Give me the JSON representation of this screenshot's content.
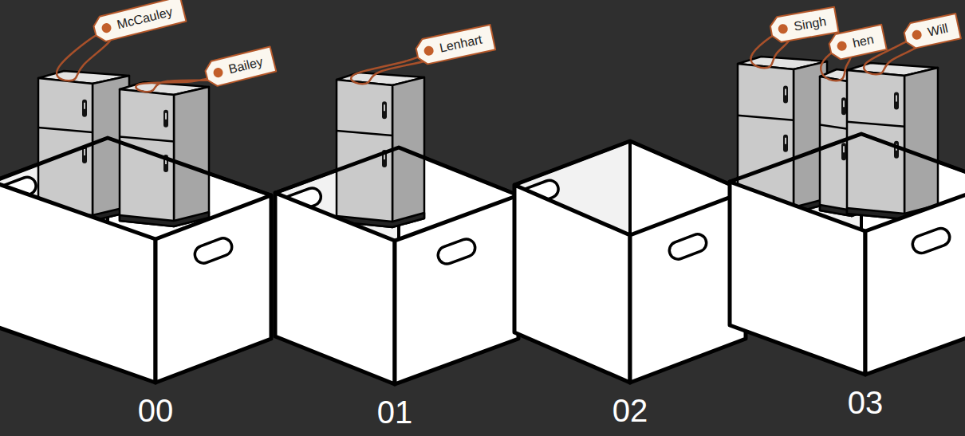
{
  "diagram": {
    "nodes": [
      {
        "text": [
          "McCauley"
        ]
      },
      {
        "text": [
          "Bailey"
        ]
      },
      {
        "text": [
          "Lenhart"
        ]
      },
      {
        "text": [
          "Singh"
        ]
      },
      {
        "text": [
          "hen"
        ]
      },
      {
        "text": [
          "Will"
        ]
      }
    ],
    "labels": [
      "00",
      "01",
      "02",
      "03"
    ]
  }
}
